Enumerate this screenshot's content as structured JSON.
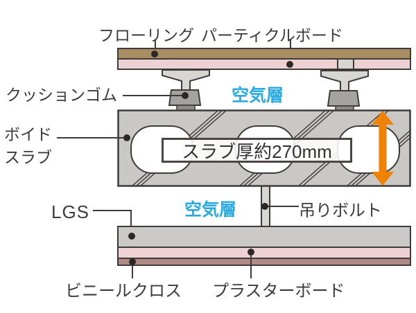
{
  "title": {
    "flooring": "フローリング",
    "particle_board": "パーティクルボード"
  },
  "labels": {
    "cushion_rubber": "クッションゴム",
    "air_layer_upper": "空気層",
    "air_layer_lower": "空気層",
    "void_slab_line1": "ボイド",
    "void_slab_line2": "スラブ",
    "slab_thickness": "スラブ厚約270mm",
    "lgs": "LGS",
    "hanging_bolt": "吊りボルト",
    "vinyl_cloth": "ビニールクロス",
    "plaster_board": "プラスターボード"
  },
  "colors": {
    "outline": "#3e3a39",
    "flooring": "#a98e63",
    "particle_board": "#eed1d4",
    "leg_light": "#d7d6d3",
    "cushion_foot": "#a5a3a0",
    "pad": "#8e8c89",
    "slab": "#c9c8c5",
    "ceiling_lgs": "#cbcac8",
    "vinyl": "#b18a86",
    "accent_orange": "#ef8200",
    "air_layer_text": "#29abe2"
  }
}
